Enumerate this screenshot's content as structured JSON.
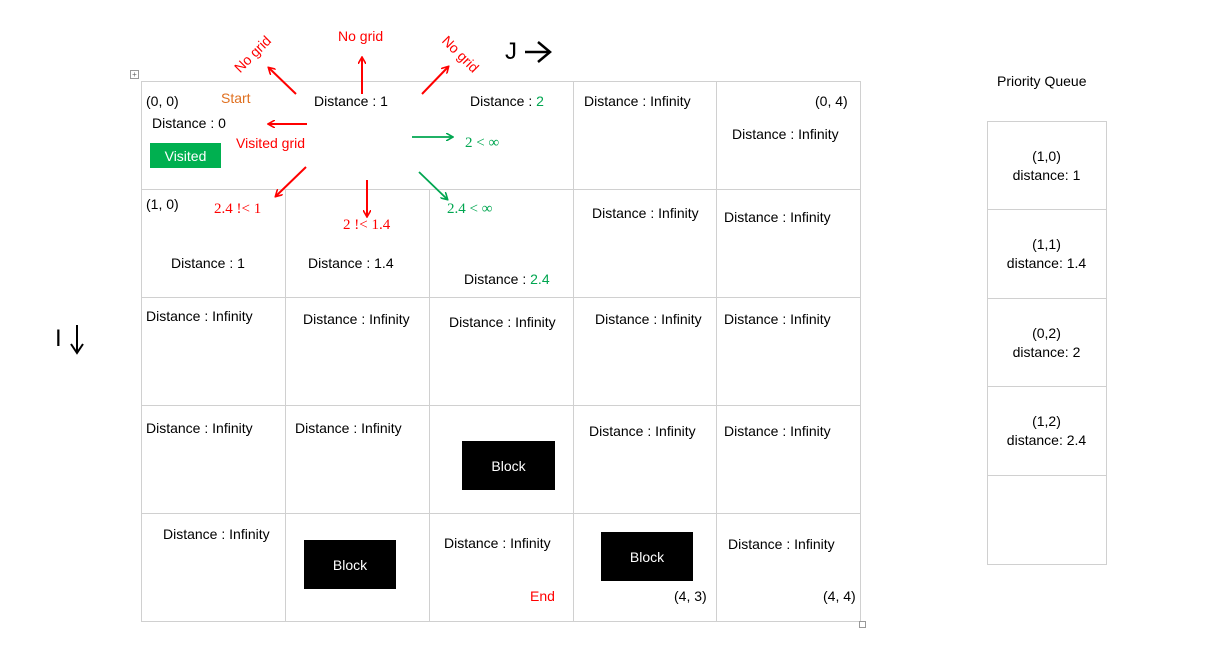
{
  "axes": {
    "j_label": "J",
    "i_label": "I"
  },
  "annotations": {
    "no_grid_left": "No grid",
    "no_grid_top": "No grid",
    "no_grid_right": "No grid",
    "start": "Start",
    "visited_grid": "Visited grid",
    "visited": "Visited",
    "cmp_right": "2 < ∞",
    "cmp_down_left": "2.4 !< 1",
    "cmp_down": "2 !< 1.4",
    "cmp_down_right": "2.4 < ∞",
    "end": "End"
  },
  "grid": {
    "row0": {
      "c0_coord": "(0, 0)",
      "c0_dist": "Distance : 0",
      "c1_dist": "Distance : 1",
      "c2_prefix": "Distance : ",
      "c2_value": "2",
      "c3_dist": "Distance : Infinity",
      "c4_coord": "(0, 4)",
      "c4_dist": "Distance : Infinity"
    },
    "row1": {
      "c0_coord": "(1, 0)",
      "c0_dist": "Distance : 1",
      "c1_dist": "Distance : 1.4",
      "c2_prefix": "Distance : ",
      "c2_value": "2.4",
      "c3_dist": "Distance : Infinity",
      "c4_dist": "Distance : Infinity"
    },
    "row2": {
      "c0_dist": "Distance : Infinity",
      "c1_dist": "Distance : Infinity",
      "c2_dist": "Distance : Infinity",
      "c3_dist": "Distance : Infinity",
      "c4_dist": "Distance : Infinity"
    },
    "row3": {
      "c0_dist": "Distance : Infinity",
      "c1_dist": "Distance : Infinity",
      "c2_block": "Block",
      "c3_dist": "Distance : Infinity",
      "c4_dist": "Distance : Infinity"
    },
    "row4": {
      "c0_dist": "Distance : Infinity",
      "c1_block": "Block",
      "c2_dist": "Distance : Infinity",
      "c3_block": "Block",
      "c3_coord": "(4, 3)",
      "c4_dist": "Distance : Infinity",
      "c4_coord": "(4, 4)"
    }
  },
  "priority_queue": {
    "title": "Priority Queue",
    "items": [
      {
        "node": "(1,0)",
        "distance": "distance: 1"
      },
      {
        "node": "(1,1)",
        "distance": "distance: 1.4"
      },
      {
        "node": "(0,2)",
        "distance": "distance: 2"
      },
      {
        "node": "(1,2)",
        "distance": "distance: 2.4"
      }
    ]
  },
  "colors": {
    "red": "#ff0000",
    "green": "#00a650",
    "orange": "#e07020",
    "block": "#000000",
    "visited": "#00b050"
  }
}
